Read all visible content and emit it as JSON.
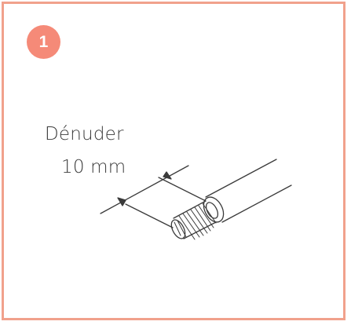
{
  "step": {
    "number": "1"
  },
  "instruction": {
    "action": "Dénuder",
    "length": "10 mm"
  },
  "colors": {
    "accent": "#f58a78",
    "border": "#f1a18c",
    "stroke": "#3a3a3a"
  },
  "icons": {
    "illustration": "cable-strip-icon"
  }
}
